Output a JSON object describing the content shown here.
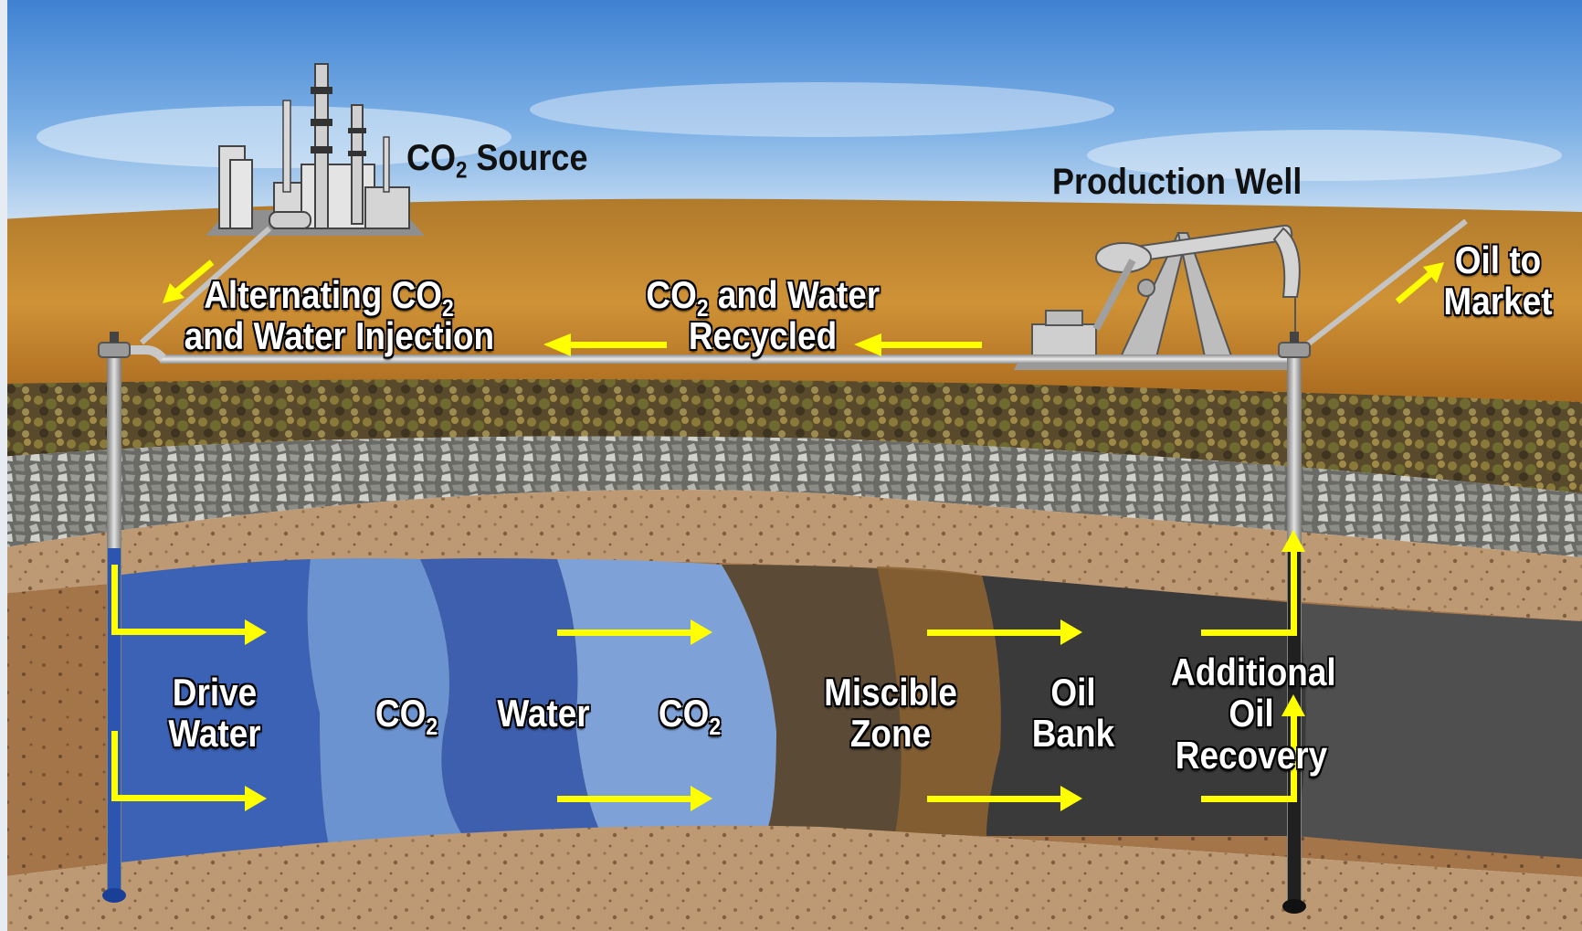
{
  "labels": {
    "co2_source": {
      "main": "CO",
      "sub": "2",
      "rest": " Source"
    },
    "production_well": "Production Well",
    "oil_to_market": {
      "line1": "Oil to",
      "line2": "Market"
    },
    "injection": {
      "line1_main": "Alternating CO",
      "line1_sub": "2",
      "line2": "and Water Injection"
    },
    "recycled": {
      "line1_main": "CO",
      "line1_sub": "2",
      "line1_rest": " and Water",
      "line2": "Recycled"
    },
    "drive_water": {
      "line1": "Drive",
      "line2": "Water"
    },
    "co2_zone": {
      "main": "CO",
      "sub": "2"
    },
    "water_zone": "Water",
    "co2_zone_2": {
      "main": "CO",
      "sub": "2"
    },
    "miscible_zone": {
      "line1": "Miscible",
      "line2": "Zone"
    },
    "oil_bank": {
      "line1": "Oil",
      "line2": "Bank"
    },
    "additional_oil": {
      "line1": "Additional",
      "line2": "Oil",
      "line3": "Recovery"
    }
  },
  "colors": {
    "sky_top": "#4f8fd6",
    "surface_soil": "#c98a2a",
    "arrow": "#ffff00",
    "pipe": "#c8c8c8",
    "reservoir_blue": "#3f66b6",
    "oil_dark": "#2b2b2b"
  }
}
